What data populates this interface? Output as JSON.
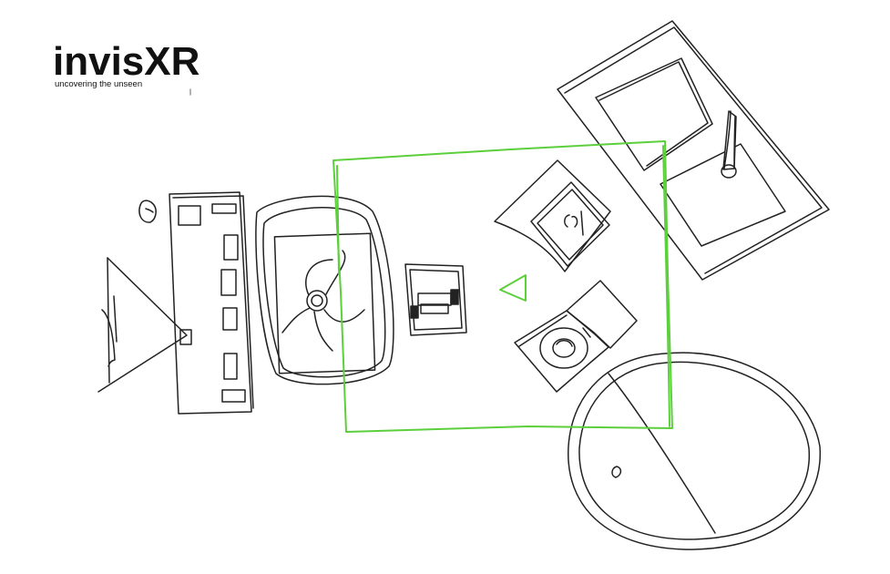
{
  "brand": {
    "name": "invisXR",
    "tagline": "uncovering the unseen"
  },
  "colors": {
    "ink": "#222222",
    "highlight": "#5ccf3c",
    "background": "#ffffff"
  },
  "sketch": {
    "objects": [
      "projector-cone",
      "marker-blob",
      "device-column",
      "fan-unit",
      "connector-box",
      "direction-triangle",
      "camera-cube",
      "lens-cube",
      "tablet-stand",
      "round-table"
    ],
    "highlight_region": "highlight-frame"
  }
}
